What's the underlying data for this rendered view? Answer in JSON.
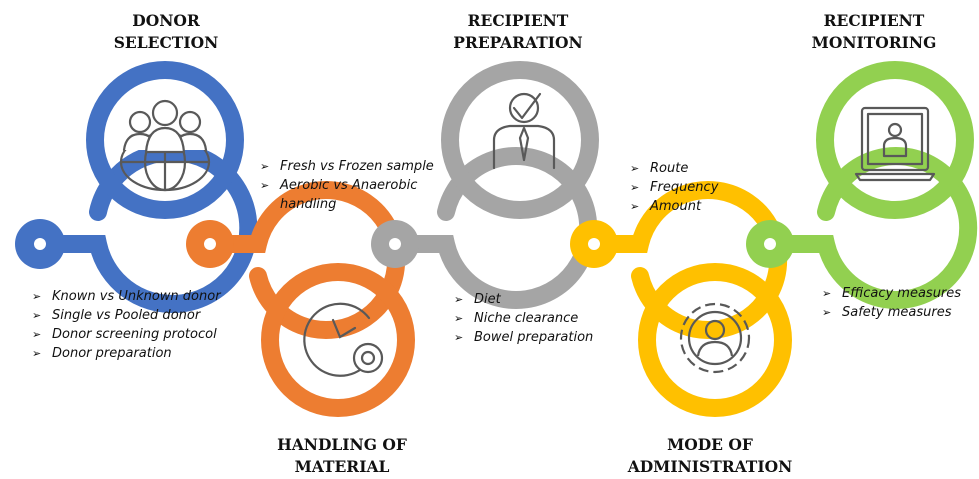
{
  "colors": {
    "blue": "#4472c4",
    "orange": "#ed7d31",
    "gray": "#a5a5a5",
    "yellow": "#ffc000",
    "green": "#92d050",
    "icon_stroke": "#595959"
  },
  "bullet_glyph": "➢",
  "steps": [
    {
      "title_line1": "DONOR",
      "title_line2": "SELECTION",
      "icon": "donor-group-globe-icon",
      "bullets": [
        "Known vs Unknown donor",
        "Single vs Pooled donor",
        "Donor screening protocol",
        "Donor preparation"
      ]
    },
    {
      "title_line1": "HANDLING OF",
      "title_line2": "MATERIAL",
      "icon": "clock-gear-icon",
      "bullets": [
        "Fresh vs Frozen sample",
        "Aerobic vs Anaerobic",
        "handling"
      ]
    },
    {
      "title_line1": "RECIPIENT",
      "title_line2": "PREPARATION",
      "icon": "person-checkmark-icon",
      "bullets": [
        "Diet",
        "Niche clearance",
        "Bowel preparation"
      ]
    },
    {
      "title_line1": "MODE OF",
      "title_line2": "ADMINISTRATION",
      "icon": "gear-person-icon",
      "bullets": [
        "Route",
        "Frequency",
        "Amount"
      ]
    },
    {
      "title_line1": "RECIPIENT",
      "title_line2": "MONITORING",
      "icon": "laptop-person-icon",
      "bullets": [
        "Efficacy measures",
        "Safety measures"
      ]
    }
  ]
}
